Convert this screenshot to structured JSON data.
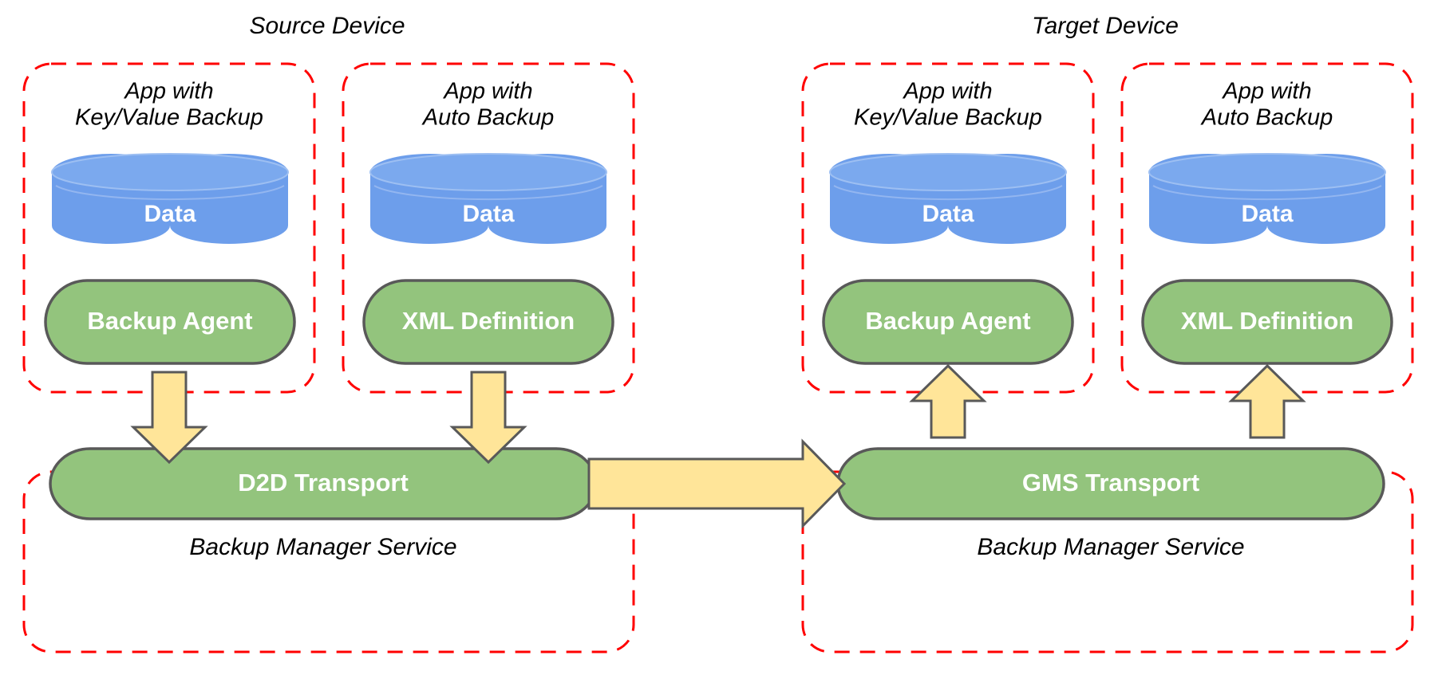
{
  "diagram": {
    "title_left": "Source Device",
    "title_right": "Target Device",
    "background": "#ffffff",
    "colors": {
      "dashed_border": "#ff0000",
      "node_green": "#93c47d",
      "node_green_stroke": "#595959",
      "cylinder_blue": "#6d9eeb",
      "arrow_yellow": "#ffe599",
      "arrow_stroke": "#595959",
      "text_dark": "#000000",
      "text_light": "#ffffff"
    }
  },
  "devices": [
    {
      "id": "source",
      "name": "Source Device",
      "apps": [
        {
          "id": "source-kv",
          "title_line1": "App with",
          "title_line2": "Key/Value Backup",
          "data_label": "Data",
          "mechanism_label": "Backup Agent"
        },
        {
          "id": "source-auto",
          "title_line1": "App with",
          "title_line2": "Auto Backup",
          "data_label": "Data",
          "mechanism_label": "XML Definition"
        }
      ],
      "service": {
        "transport_label": "D2D Transport",
        "service_label": "Backup Manager Service"
      }
    },
    {
      "id": "target",
      "name": "Target Device",
      "apps": [
        {
          "id": "target-kv",
          "title_line1": "App with",
          "title_line2": "Key/Value Backup",
          "data_label": "Data",
          "mechanism_label": "Backup Agent"
        },
        {
          "id": "target-auto",
          "title_line1": "App with",
          "title_line2": "Auto Backup",
          "data_label": "Data",
          "mechanism_label": "XML Definition"
        }
      ],
      "service": {
        "transport_label": "GMS Transport",
        "service_label": "Backup Manager Service"
      }
    }
  ],
  "flows": [
    {
      "id": "flow-kv-down",
      "direction": "down",
      "from": "Backup Agent",
      "to": "D2D Transport"
    },
    {
      "id": "flow-auto-down",
      "direction": "down",
      "from": "XML Definition",
      "to": "D2D Transport"
    },
    {
      "id": "flow-transport",
      "direction": "right",
      "from": "D2D Transport",
      "to": "GMS Transport"
    },
    {
      "id": "flow-kv-up",
      "direction": "up",
      "from": "GMS Transport",
      "to": "Backup Agent"
    },
    {
      "id": "flow-auto-up",
      "direction": "up",
      "from": "GMS Transport",
      "to": "XML Definition"
    }
  ]
}
